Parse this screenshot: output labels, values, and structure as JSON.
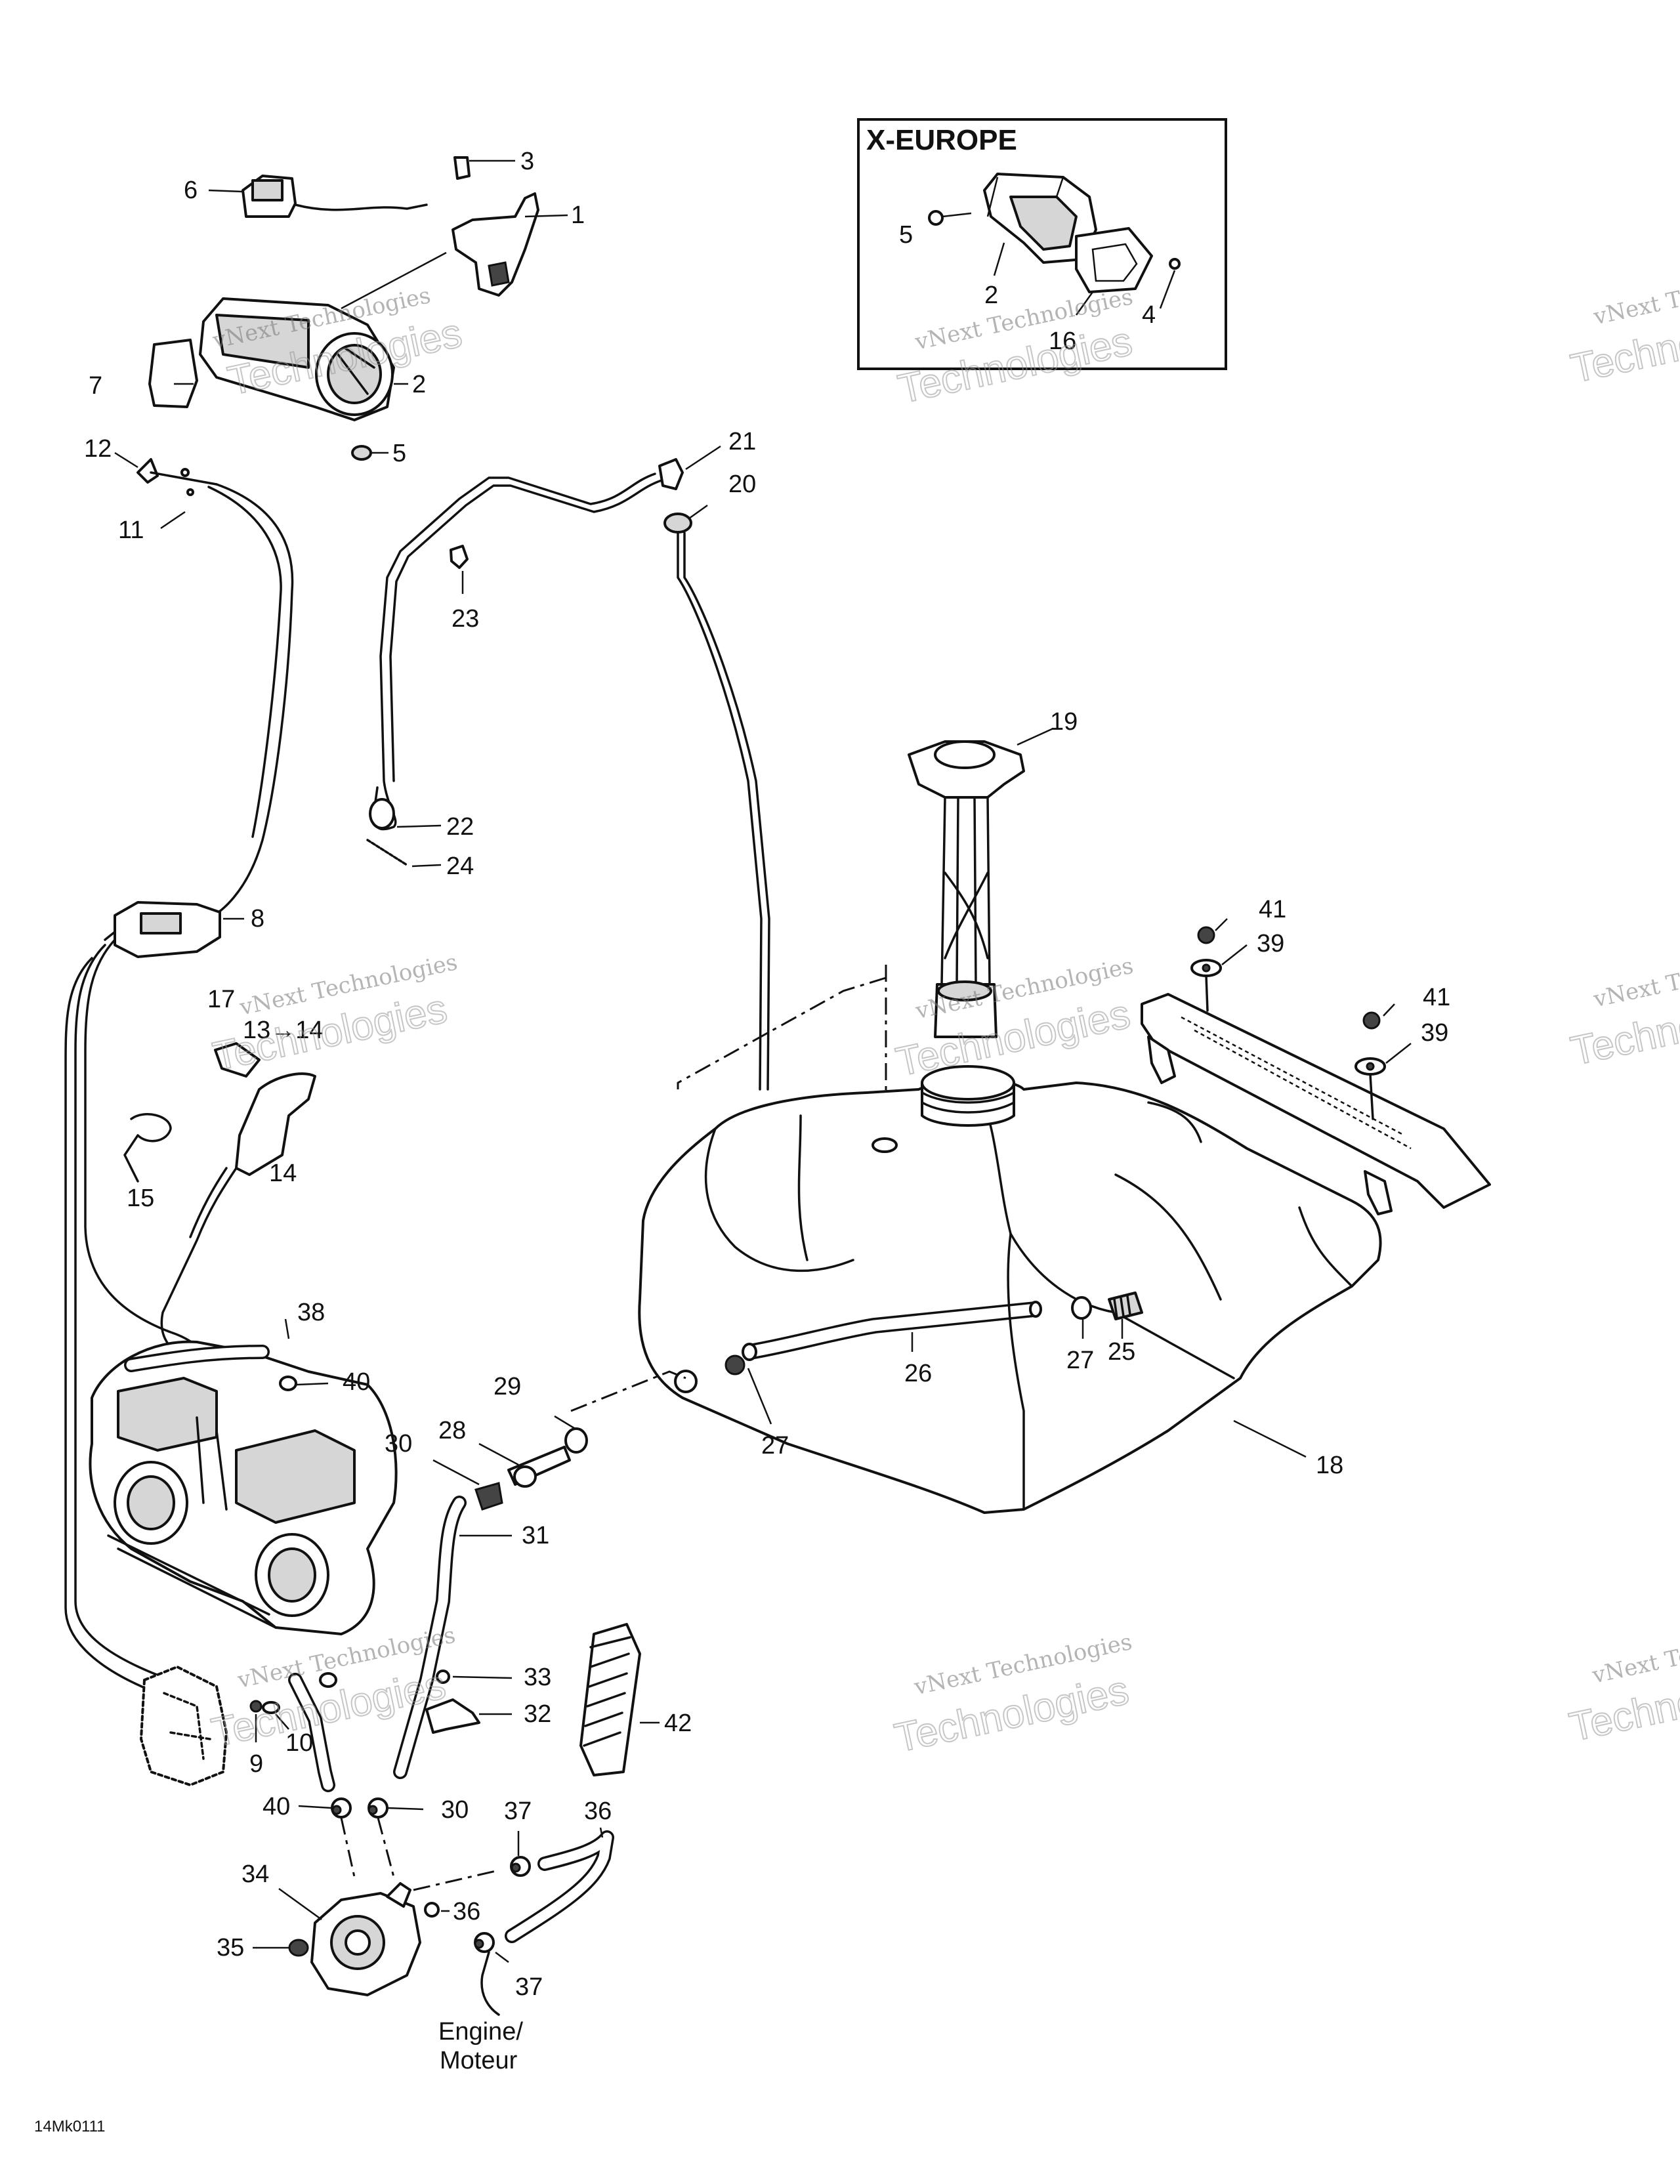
{
  "inset": {
    "title": "X-EUROPE"
  },
  "callouts": [
    {
      "id": "c3",
      "text": "3"
    },
    {
      "id": "c1",
      "text": "1"
    },
    {
      "id": "c6",
      "text": "6"
    },
    {
      "id": "c2",
      "text": "2"
    },
    {
      "id": "c7",
      "text": "7"
    },
    {
      "id": "c5",
      "text": "5"
    },
    {
      "id": "c12",
      "text": "12"
    },
    {
      "id": "c11",
      "text": "11"
    },
    {
      "id": "c21",
      "text": "21"
    },
    {
      "id": "c20",
      "text": "20"
    },
    {
      "id": "c23",
      "text": "23"
    },
    {
      "id": "c19",
      "text": "19"
    },
    {
      "id": "c22",
      "text": "22"
    },
    {
      "id": "c24",
      "text": "24"
    },
    {
      "id": "c8",
      "text": "8"
    },
    {
      "id": "c17",
      "text": "17"
    },
    {
      "id": "c13",
      "text": "13→14"
    },
    {
      "id": "c15",
      "text": "15"
    },
    {
      "id": "c14",
      "text": "14"
    },
    {
      "id": "c41a",
      "text": "41"
    },
    {
      "id": "c39a",
      "text": "39"
    },
    {
      "id": "c41b",
      "text": "41"
    },
    {
      "id": "c39b",
      "text": "39"
    },
    {
      "id": "c38",
      "text": "38"
    },
    {
      "id": "c40a",
      "text": "40"
    },
    {
      "id": "c29",
      "text": "29"
    },
    {
      "id": "c28",
      "text": "28"
    },
    {
      "id": "c30a",
      "text": "30"
    },
    {
      "id": "c27a",
      "text": "27"
    },
    {
      "id": "c26",
      "text": "26"
    },
    {
      "id": "c27b",
      "text": "27"
    },
    {
      "id": "c25",
      "text": "25"
    },
    {
      "id": "c18",
      "text": "18"
    },
    {
      "id": "c31",
      "text": "31"
    },
    {
      "id": "c33",
      "text": "33"
    },
    {
      "id": "c32",
      "text": "32"
    },
    {
      "id": "c42",
      "text": "42"
    },
    {
      "id": "c9",
      "text": "9"
    },
    {
      "id": "c10",
      "text": "10"
    },
    {
      "id": "c40b",
      "text": "40"
    },
    {
      "id": "c30b",
      "text": "30"
    },
    {
      "id": "c37a",
      "text": "37"
    },
    {
      "id": "c36a",
      "text": "36"
    },
    {
      "id": "c34",
      "text": "34"
    },
    {
      "id": "c36b",
      "text": "36"
    },
    {
      "id": "c35",
      "text": "35"
    },
    {
      "id": "c37b",
      "text": "37"
    },
    {
      "id": "i5",
      "text": "5"
    },
    {
      "id": "i2",
      "text": "2"
    },
    {
      "id": "i4",
      "text": "4"
    },
    {
      "id": "i16",
      "text": "16"
    }
  ],
  "engine_label": {
    "line1": "Engine/",
    "line2": "Moteur"
  },
  "figure_code": "14Mk0111",
  "watermark": {
    "line1": "vNext Technologies",
    "line2": "Technologies"
  }
}
